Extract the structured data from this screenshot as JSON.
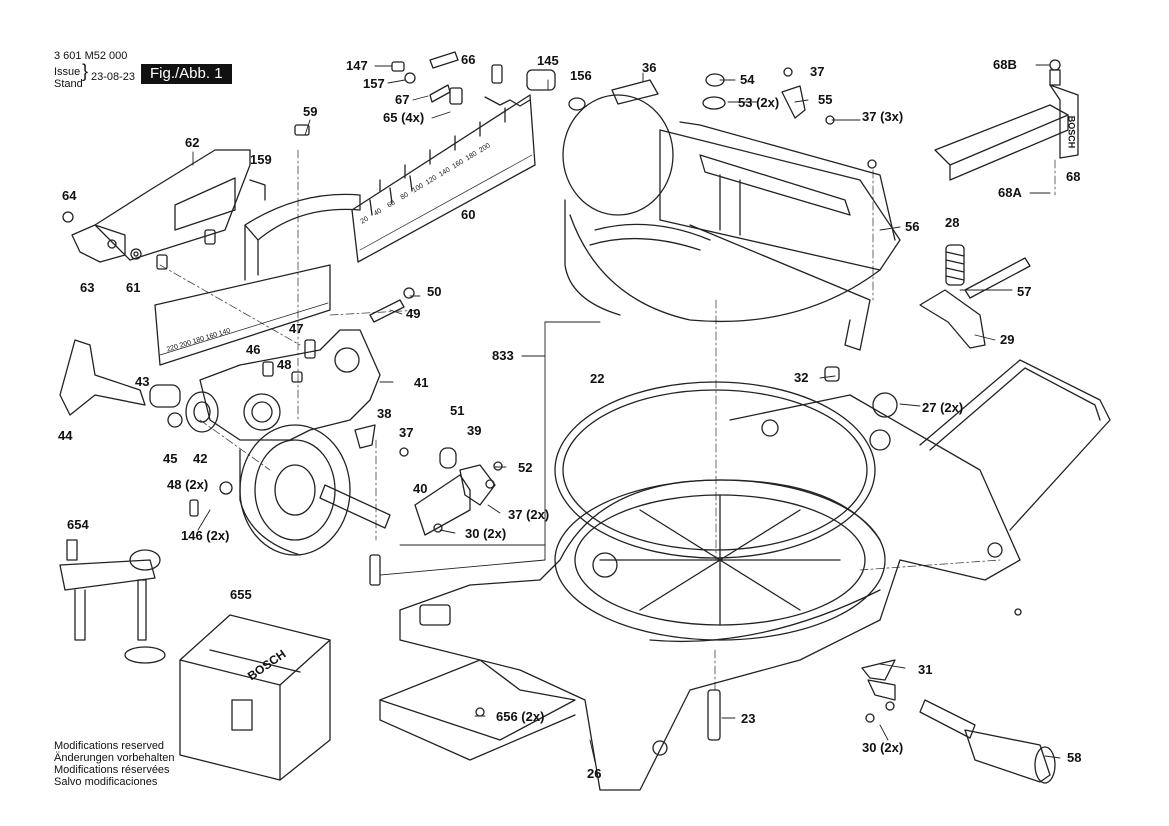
{
  "header": {
    "doc_number": "3 601 M52 000",
    "issue_label_en": "Issue",
    "issue_label_de": "Stand",
    "issue_date": "23-08-23",
    "figure_label": "Fig./Abb. 1"
  },
  "brand": "BOSCH",
  "notes": [
    "Modifications reserved",
    "Änderungen vorbehalten",
    "Modifications réservées",
    "Salvo modificaciones"
  ],
  "scale_marks": {
    "fence_right": [
      "20",
      "40",
      "60",
      "80",
      "100",
      "120",
      "140",
      "160",
      "180",
      "200"
    ],
    "fence_left": [
      "220",
      "200",
      "180",
      "160",
      "140"
    ]
  },
  "part_labels": {
    "p147": "147",
    "p66": "66",
    "p145": "145",
    "p156": "156",
    "p36": "36",
    "p54": "54",
    "p37a": "37",
    "p68b": "68B",
    "p157": "157",
    "p67": "67",
    "p53": "53 (2x)",
    "p55": "55",
    "p59": "59",
    "p65": "65 (4x)",
    "p37_3x": "37 (3x)",
    "p62": "62",
    "p159": "159",
    "p64": "64",
    "p68": "68",
    "p68a": "68A",
    "p60": "60",
    "p56": "56",
    "p28": "28",
    "p63": "63",
    "p61": "61",
    "p50": "50",
    "p57": "57",
    "p49": "49",
    "p47": "47",
    "p29": "29",
    "p46": "46",
    "p48": "48",
    "p833": "833",
    "p41": "41",
    "p22": "22",
    "p32": "32",
    "p43": "43",
    "p27": "27 (2x)",
    "p38": "38",
    "p51": "51",
    "p44": "44",
    "p37b": "37",
    "p39": "39",
    "p45": "45",
    "p42": "42",
    "p52": "52",
    "p48_2x": "48 (2x)",
    "p40": "40",
    "p37_2x": "37 (2x)",
    "p146": "146 (2x)",
    "p30a": "30 (2x)",
    "p654": "654",
    "p655": "655",
    "p31": "31",
    "p656": "656 (2x)",
    "p23": "23",
    "p30b": "30 (2x)",
    "p58": "58",
    "p26": "26"
  }
}
